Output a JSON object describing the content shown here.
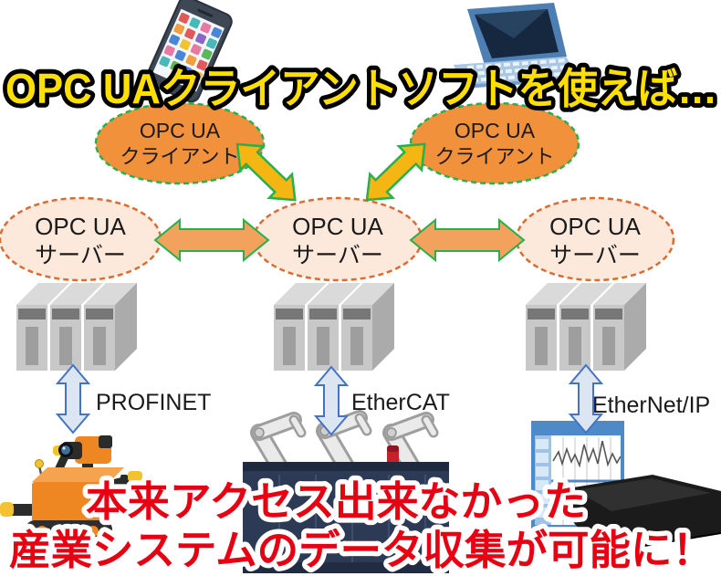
{
  "banner": {
    "text": "OPC UAクライアントソフトを使えば…"
  },
  "clients": [
    {
      "line1": "OPC UA",
      "line2": "クライアント"
    },
    {
      "line1": "OPC UA",
      "line2": "クライアント"
    }
  ],
  "servers": [
    {
      "line1": "OPC UA",
      "line2": "サーバー",
      "protocol": "PROFINET"
    },
    {
      "line1": "OPC UA",
      "line2": "サーバー",
      "protocol": "EtherCAT"
    },
    {
      "line1": "OPC UA",
      "line2": "サーバー",
      "protocol": "EtherNet/IP"
    }
  ],
  "footer": {
    "line1": "本来アクセス出来なかった",
    "line2": "産業システムのデータ収集が可能に！"
  },
  "colors": {
    "banner_fill": "#FFDF00",
    "banner_outline": "#000000",
    "client_fill": "#F2913C",
    "client_border": "#25B14C",
    "server_fill": "#FCE9DC",
    "server_border": "#DD6B2F",
    "h_arrow_fill": "#F2A25C",
    "diag_arrow_fill": "#F5B512",
    "arrow_outline": "#25B14C",
    "v_arrow_fill": "#DCE6F3",
    "v_arrow_outline": "#4472C4",
    "label_color": "#1A1A1A",
    "footer_fill": "#E60012",
    "footer_outline": "#FFFFFF"
  }
}
